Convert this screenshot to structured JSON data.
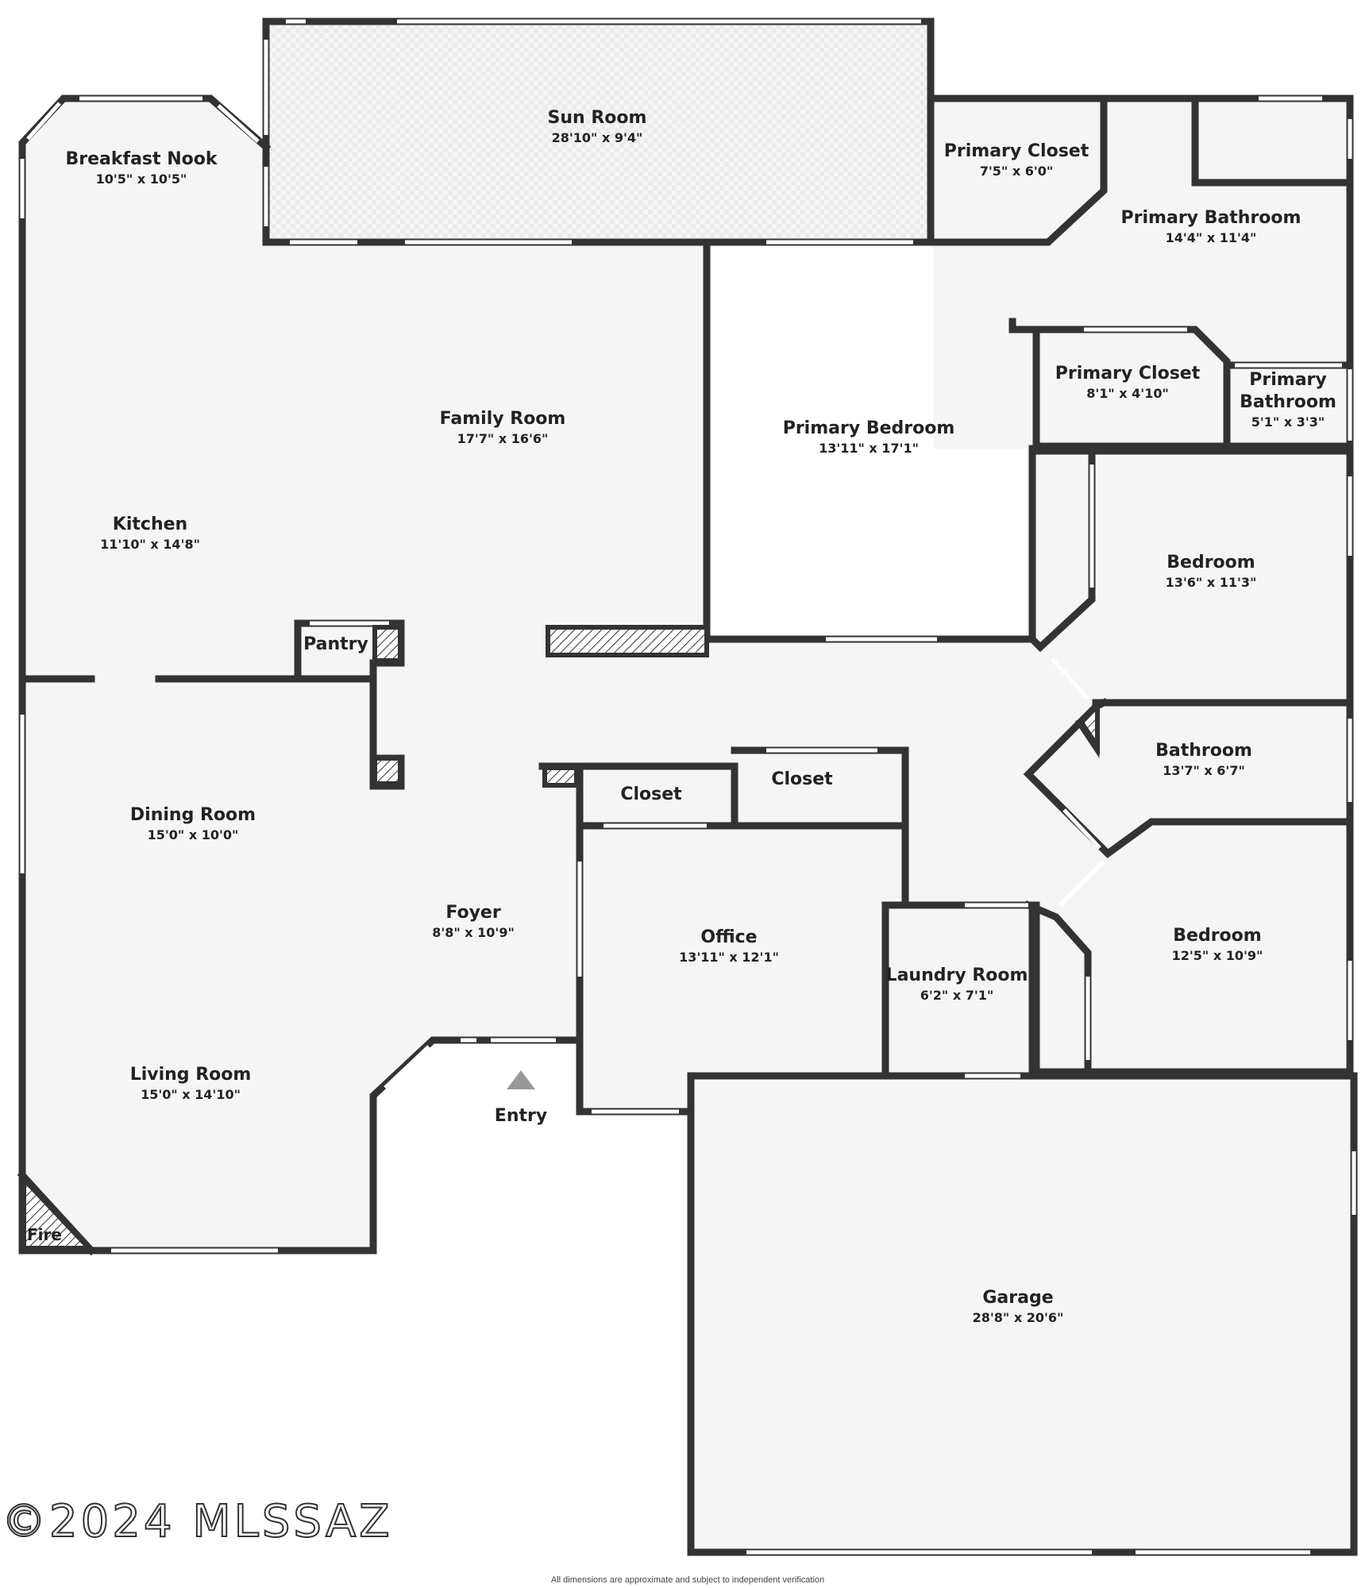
{
  "rooms": [
    {
      "id": "sun-room",
      "name": "Sun Room",
      "dim": "28'10\" x 9'4\""
    },
    {
      "id": "breakfast-nook",
      "name": "Breakfast Nook",
      "dim": "10'5\" x 10'5\""
    },
    {
      "id": "primary-closet-1",
      "name": "Primary Closet",
      "dim": "7'5\" x 6'0\""
    },
    {
      "id": "primary-bathroom-1",
      "name": "Primary Bathroom",
      "dim": "14'4\" x 11'4\""
    },
    {
      "id": "family-room",
      "name": "Family Room",
      "dim": "17'7\" x 16'6\""
    },
    {
      "id": "primary-bedroom",
      "name": "Primary Bedroom",
      "dim": "13'11\" x 17'1\""
    },
    {
      "id": "primary-closet-2",
      "name": "Primary Closet",
      "dim": "8'1\" x 4'10\""
    },
    {
      "id": "primary-bathroom-2",
      "name": "Primary\nBathroom",
      "dim": "5'1\" x 3'3\""
    },
    {
      "id": "kitchen",
      "name": "Kitchen",
      "dim": "11'10\" x 14'8\""
    },
    {
      "id": "bedroom-1",
      "name": "Bedroom",
      "dim": "13'6\" x 11'3\""
    },
    {
      "id": "pantry",
      "name": "Pantry",
      "dim": ""
    },
    {
      "id": "bathroom",
      "name": "Bathroom",
      "dim": "13'7\" x 6'7\""
    },
    {
      "id": "closet-1",
      "name": "Closet",
      "dim": ""
    },
    {
      "id": "closet-2",
      "name": "Closet",
      "dim": ""
    },
    {
      "id": "dining-room",
      "name": "Dining Room",
      "dim": "15'0\" x 10'0\""
    },
    {
      "id": "foyer",
      "name": "Foyer",
      "dim": "8'8\" x 10'9\""
    },
    {
      "id": "office",
      "name": "Office",
      "dim": "13'11\" x 12'1\""
    },
    {
      "id": "bedroom-2",
      "name": "Bedroom",
      "dim": "12'5\" x 10'9\""
    },
    {
      "id": "laundry-room",
      "name": "Laundry Room",
      "dim": "6'2\" x 7'1\""
    },
    {
      "id": "living-room",
      "name": "Living Room",
      "dim": "15'0\" x 14'10\""
    },
    {
      "id": "garage",
      "name": "Garage",
      "dim": "28'8\" x 20'6\""
    }
  ],
  "labels": {
    "entry": "Entry",
    "fire": "Fire"
  },
  "footer": {
    "watermark": "©2024 MLSSAZ",
    "disclaimer": "All dimensions are approximate and subject to independent verification"
  },
  "colors": {
    "wall": "#333333",
    "floor": "#f5f5f5",
    "window": "#ffffff"
  }
}
